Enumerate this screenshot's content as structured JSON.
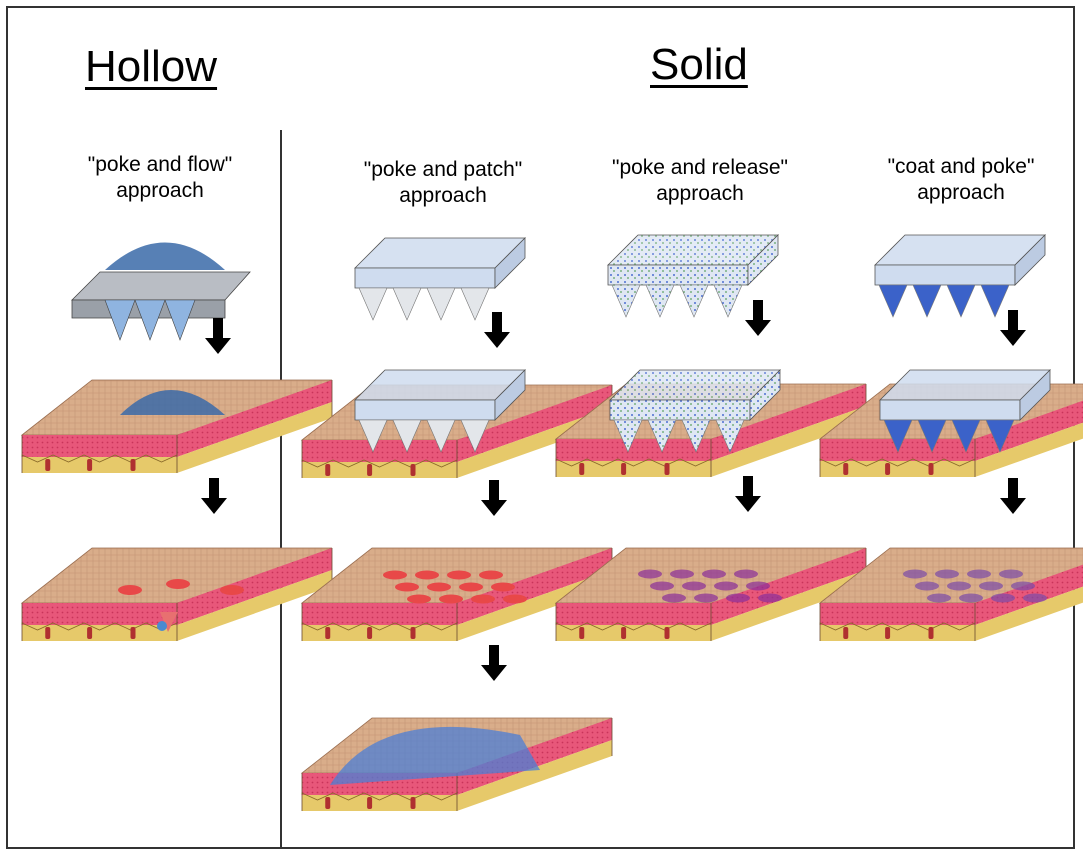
{
  "headings": {
    "hollow": "Hollow",
    "solid": "Solid"
  },
  "approaches": [
    {
      "id": "poke-and-flow",
      "line1": "\"poke and flow\"",
      "line2": "approach"
    },
    {
      "id": "poke-and-patch",
      "line1": "\"poke and patch\"",
      "line2": "approach"
    },
    {
      "id": "poke-and-release",
      "line1": "\"poke and release\"",
      "line2": "approach"
    },
    {
      "id": "coat-and-poke",
      "line1": "\"coat and poke\"",
      "line2": "approach"
    }
  ],
  "colors": {
    "skin_top": "#d9ad8a",
    "epidermis": "#e8577a",
    "dermis": "#e6c96a",
    "patch": "#cfdcef",
    "drug_blue": "#3b62c9",
    "hollow_reservoir": "#3a6aa8",
    "release_purple": "#8a2d9a",
    "hole_red": "#e84848",
    "arrow": "#000000"
  },
  "icons": [
    "down-arrow-icon"
  ]
}
